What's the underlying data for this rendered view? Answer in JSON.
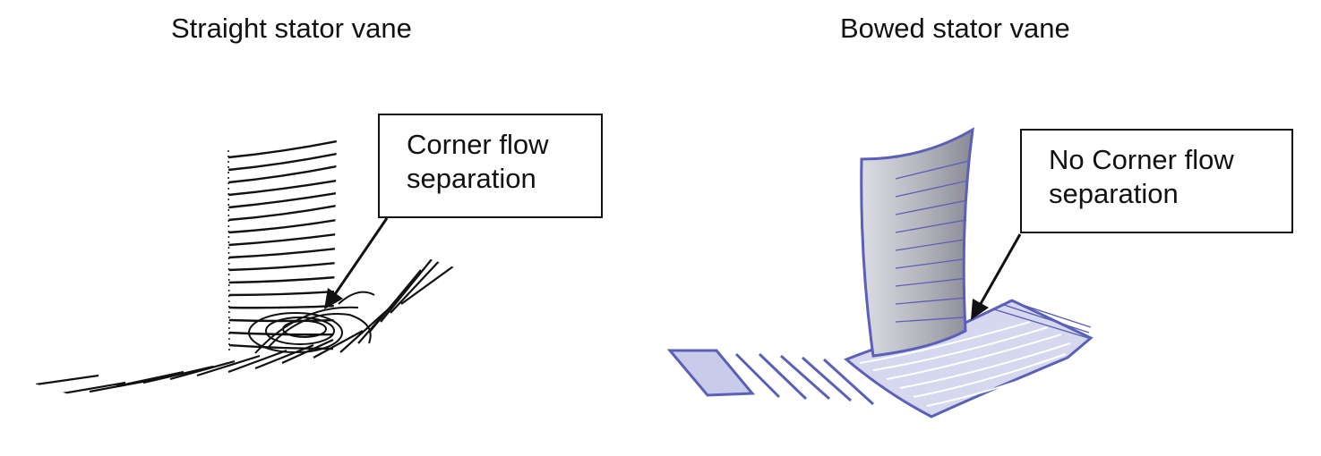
{
  "left_panel": {
    "title": "Straight stator vane",
    "callout": {
      "line1": "Corner flow",
      "line2": "separation"
    }
  },
  "right_panel": {
    "title": "Bowed stator vane",
    "callout": {
      "line1": "No Corner flow",
      "line2": "separation"
    }
  },
  "colors": {
    "ink": "#111111",
    "surface_blue": "#5a5fb8",
    "vane_grey": "#b4b4bc"
  }
}
